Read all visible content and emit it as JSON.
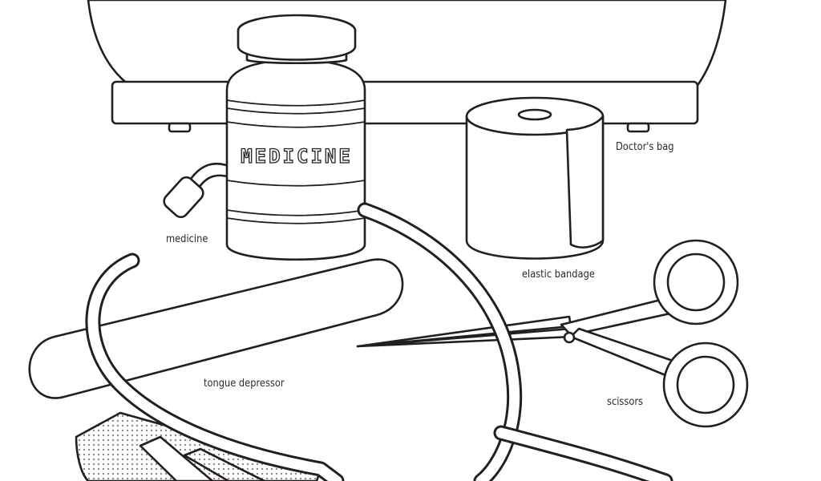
{
  "labels": {
    "doctors_bag": "Doctor's bag",
    "medicine": "medicine",
    "elastic_bandage": "elastic bandage",
    "tongue_depressor": "tongue depressor",
    "scissors": "scissors"
  },
  "bottle_text": "MEDICINE",
  "colors": {
    "ink": "#231f20",
    "paper": "#ffffff"
  }
}
